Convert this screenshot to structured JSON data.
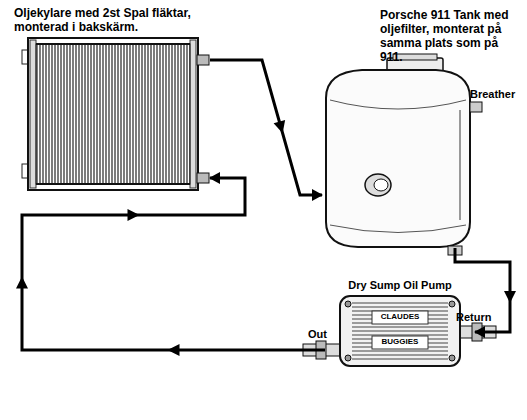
{
  "diagram": {
    "nodes": [
      {
        "text": [
          "Oljekylare med 2st Spal fläktar, monterad i bakskärm."
        ]
      },
      {
        "text": [
          "Porsche 911 Tank med oljefilter, monterat på samma plats som på 911."
        ]
      },
      {
        "text": [
          "Dry Sump Oil Pump"
        ]
      }
    ],
    "edges": [
      {
        "from": 0,
        "to": 1,
        "arrow": "to"
      },
      {
        "from": 1,
        "to": 2,
        "arrow": "to"
      },
      {
        "from": 2,
        "to": 0,
        "arrow": "to"
      }
    ],
    "labels": [
      "Breather",
      "Out",
      "Return",
      "CLAUDES",
      "BUGGIES"
    ]
  }
}
